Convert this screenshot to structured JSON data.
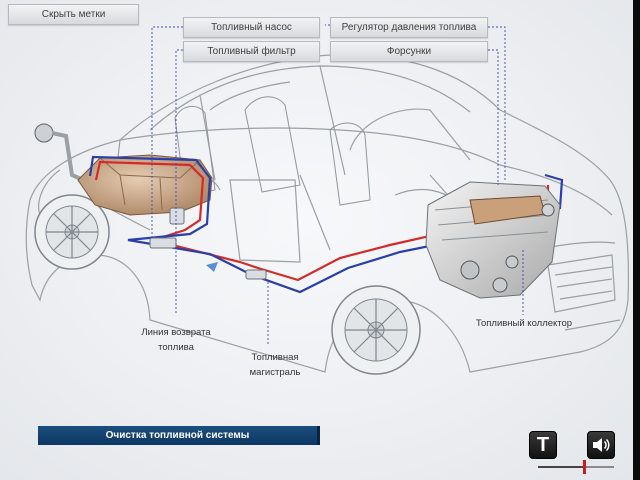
{
  "buttons": {
    "hide_labels": "Скрыть метки",
    "fuel_pump": "Топливный насос",
    "fuel_pressure_regulator": "Регулятор давления топлива",
    "fuel_filter": "Топливный фильтр",
    "injectors": "Форсунки"
  },
  "callouts": {
    "return_line_1": "Линия возврата",
    "return_line_2": "топлива",
    "fuel_line_1": "Топливная",
    "fuel_line_2": "магистраль",
    "fuel_rail": "Топливный коллектор"
  },
  "footer": {
    "section_title": "Очистка топливной системы"
  },
  "controls": {
    "text_icon": "text-toggle-icon",
    "sound_icon": "speaker-icon",
    "volume": 0.6
  },
  "colors": {
    "supply_line": "#d42a2a",
    "return_line": "#2a3fa8",
    "fuel_tank": "#c9a582",
    "accent_bar": "#0d3763"
  }
}
